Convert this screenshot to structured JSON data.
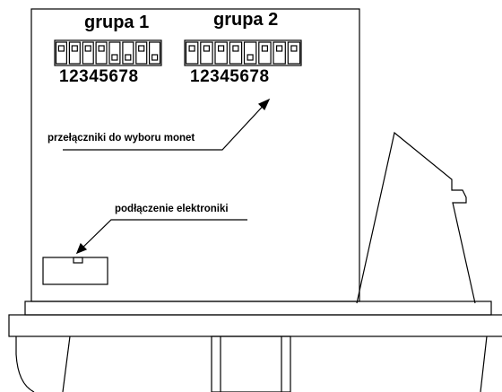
{
  "groups": [
    {
      "title": "grupa 1",
      "numbers": "12345678",
      "switch_states": [
        "up",
        "up",
        "up",
        "up",
        "down",
        "down",
        "up",
        "down"
      ]
    },
    {
      "title": "grupa 2",
      "numbers": "12345678",
      "switch_states": [
        "up",
        "up",
        "up",
        "up",
        "down",
        "up",
        "up",
        "up"
      ]
    }
  ],
  "labels": {
    "coin_switches": "przełączniki do wyboru monet",
    "electronics_connection": "podłączenie elektroniki"
  },
  "colors": {
    "line": "#000000",
    "background": "#ffffff"
  }
}
